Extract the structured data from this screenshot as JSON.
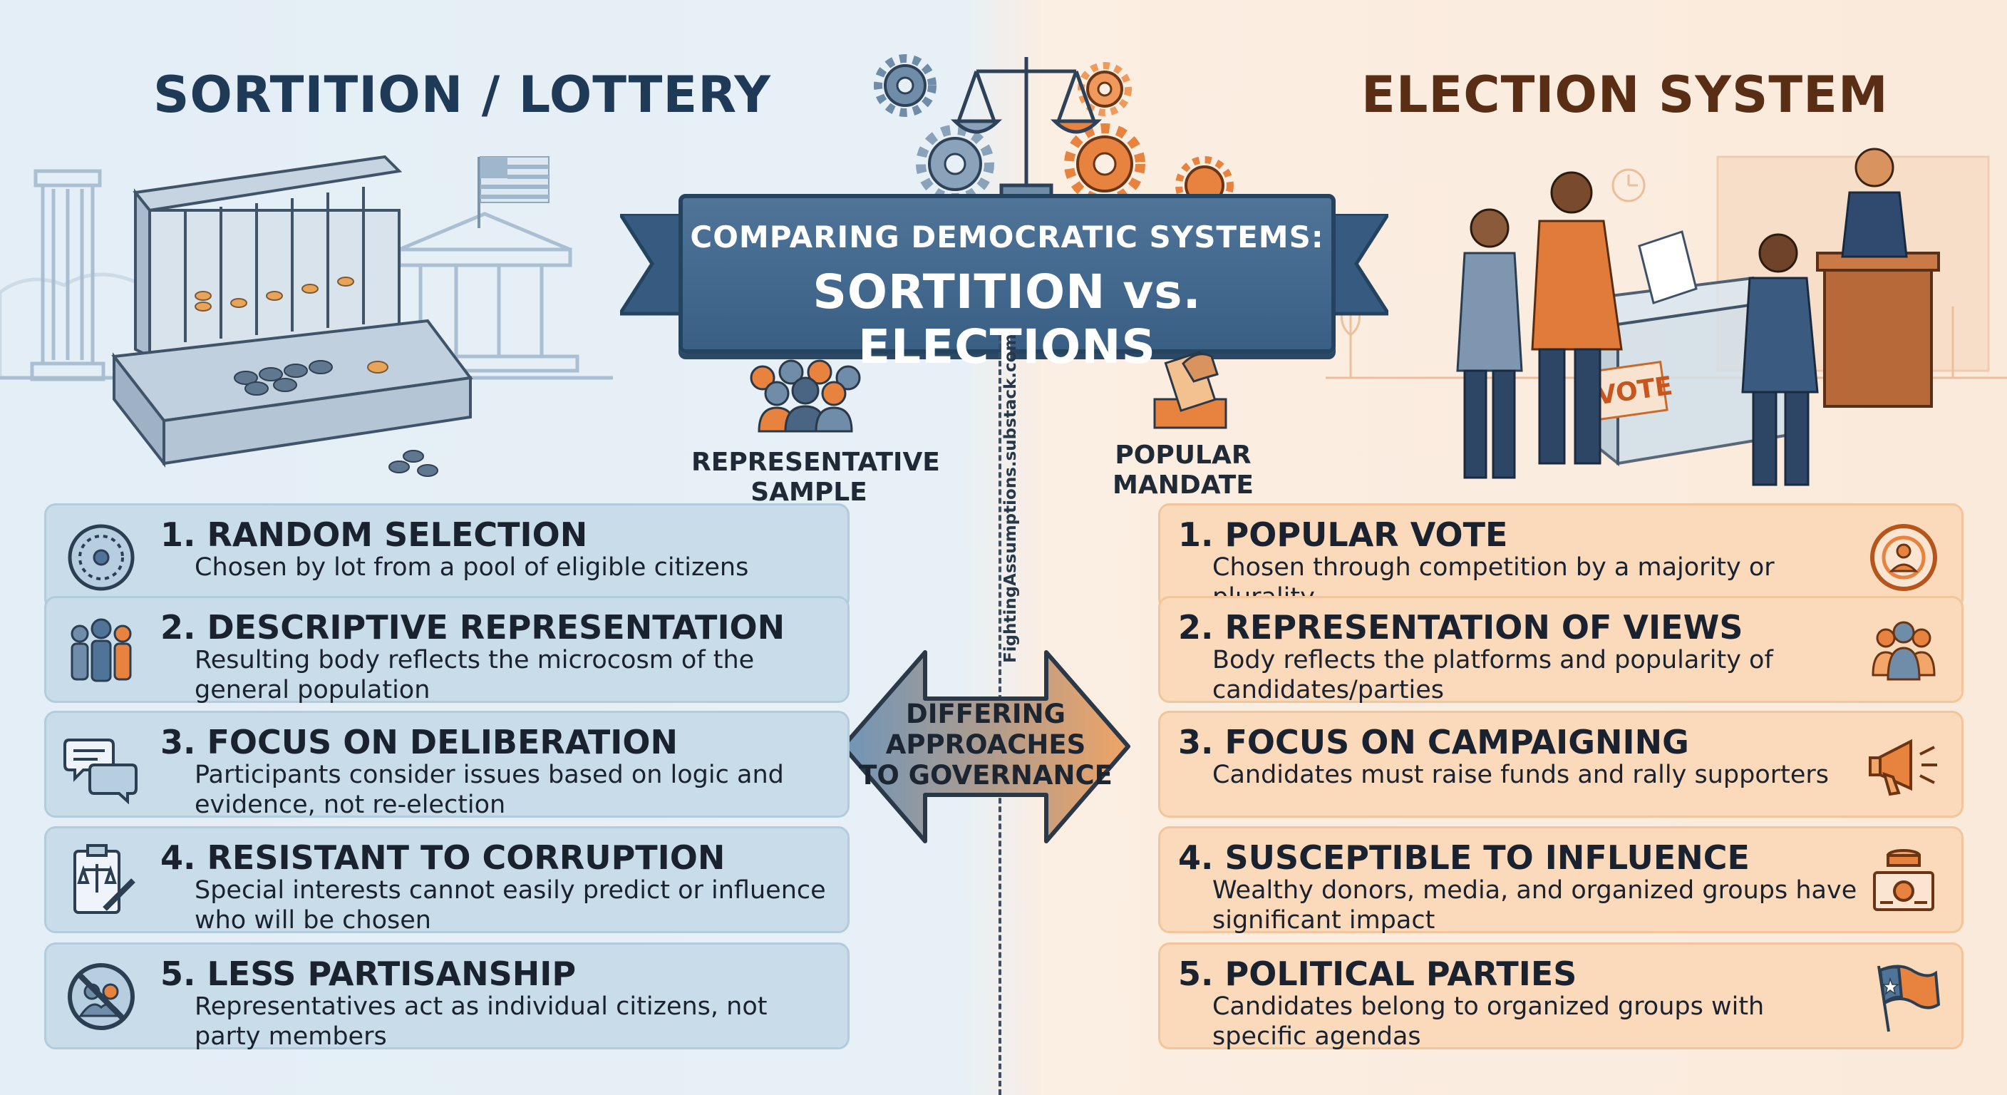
{
  "header": {
    "left_title": "SORTITION / LOTTERY",
    "right_title": "ELECTION SYSTEM",
    "banner_line1": "COMPARING DEMOCRATIC SYSTEMS:",
    "banner_line2": "SORTITION vs. ELECTIONS"
  },
  "center": {
    "left_label": "REPRESENTATIVE\nSAMPLE",
    "right_label": "POPULAR\nMANDATE",
    "watermark": "FightingAssumptions.substack.com",
    "arrow_label": "DIFFERING\nAPPROACHES\nTO GOVERNANCE"
  },
  "illustration": {
    "vote_box_label": "VOTE"
  },
  "sortition": {
    "items": [
      {
        "title": "1. RANDOM SELECTION",
        "desc": "Chosen by lot from a pool of eligible citizens",
        "icon": "random-wheel-icon"
      },
      {
        "title": "2. DESCRIPTIVE REPRESENTATION",
        "desc": "Resulting body reflects the microcosm of the general population",
        "icon": "people-group-icon"
      },
      {
        "title": "3. FOCUS ON DELIBERATION",
        "desc": "Participants consider issues based on logic and evidence, not re-election",
        "icon": "speech-bubbles-icon"
      },
      {
        "title": "4. RESISTANT TO CORRUPTION",
        "desc": "Special interests cannot easily predict or influence who will be chosen",
        "icon": "scales-clipboard-icon"
      },
      {
        "title": "5. LESS PARTISANSHIP",
        "desc": "Representatives act as individual citizens, not party members",
        "icon": "no-party-icon"
      }
    ]
  },
  "election": {
    "items": [
      {
        "title": "1. POPULAR VOTE",
        "desc": "Chosen through competition by a majority or plurality",
        "icon": "target-person-icon"
      },
      {
        "title": "2. REPRESENTATION OF VIEWS",
        "desc": "Body reflects the platforms and popularity of candidates/parties",
        "icon": "people-group-icon"
      },
      {
        "title": "3. FOCUS ON CAMPAIGNING",
        "desc": "Candidates must raise funds and rally supporters",
        "icon": "megaphone-icon"
      },
      {
        "title": "4. SUSCEPTIBLE TO INFLUENCE",
        "desc": "Wealthy donors, media, and organized groups have significant impact",
        "icon": "money-icon"
      },
      {
        "title": "5. POLITICAL PARTIES",
        "desc": "Candidates belong to organized groups with specific agendas",
        "icon": "flag-icon"
      }
    ]
  },
  "colors": {
    "left_bg": "#e4eef6",
    "right_bg": "#faeadb",
    "left_card": "#c8dde9",
    "right_card": "#fbd9bb",
    "banner": "#3a5f85",
    "accent_orange": "#e8823f",
    "navy": "#1f3a56"
  }
}
